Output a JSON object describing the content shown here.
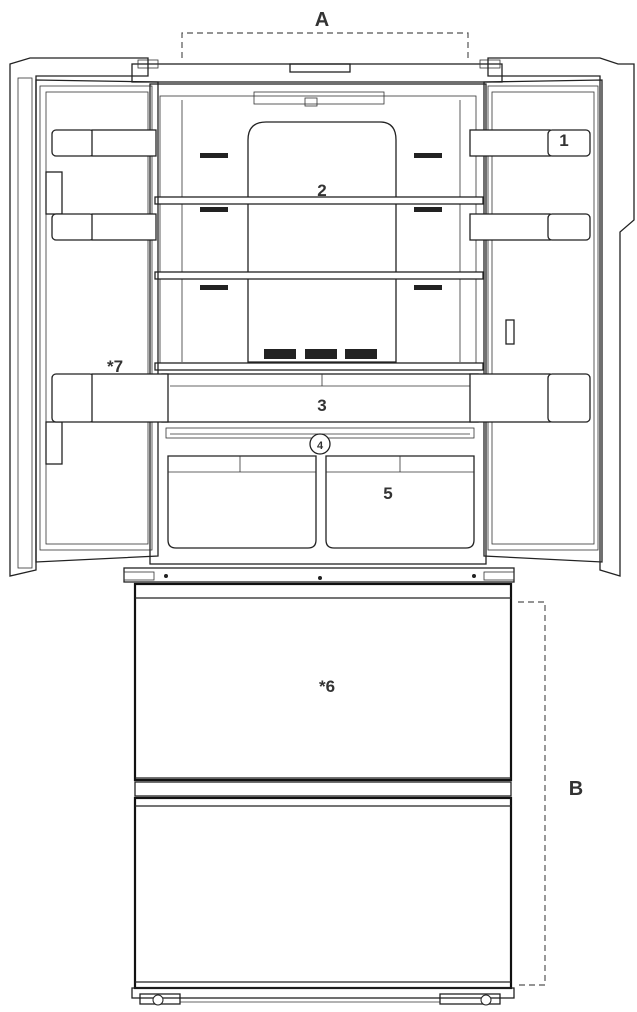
{
  "labels": {
    "width_dimension": "A",
    "height_dimension": "B",
    "door_bin": "1",
    "glass_shelf": "2",
    "crisper_cover": "3",
    "humidity_control": "4",
    "crisper_drawer": "5",
    "freezer_drawer": "*6",
    "dairy_bin": "*7"
  }
}
